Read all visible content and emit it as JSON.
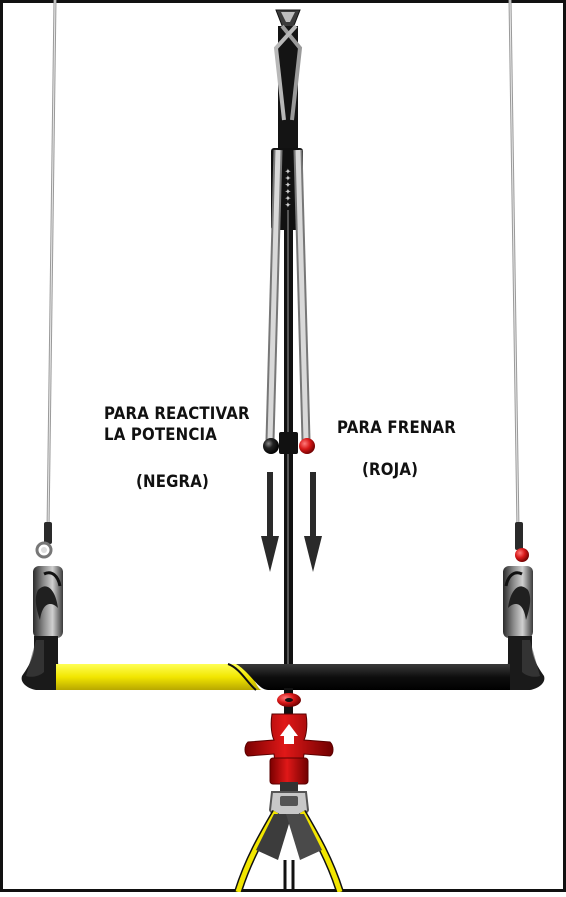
{
  "labels": {
    "reactivate_line1": "PARA REACTIVAR",
    "reactivate_line2": "LA POTENCIA",
    "reactivate_color": "(NEGRA)",
    "brake": "PARA FRENAR",
    "brake_color": "(ROJA)"
  },
  "colors": {
    "frame": "#111111",
    "bar_yellow": "#f2e600",
    "bar_black": "#111111",
    "ball_red": "#cc1111",
    "ball_black": "#111111",
    "quick_release_red": "#c40a0a",
    "leash_yellow": "#f2e600"
  }
}
